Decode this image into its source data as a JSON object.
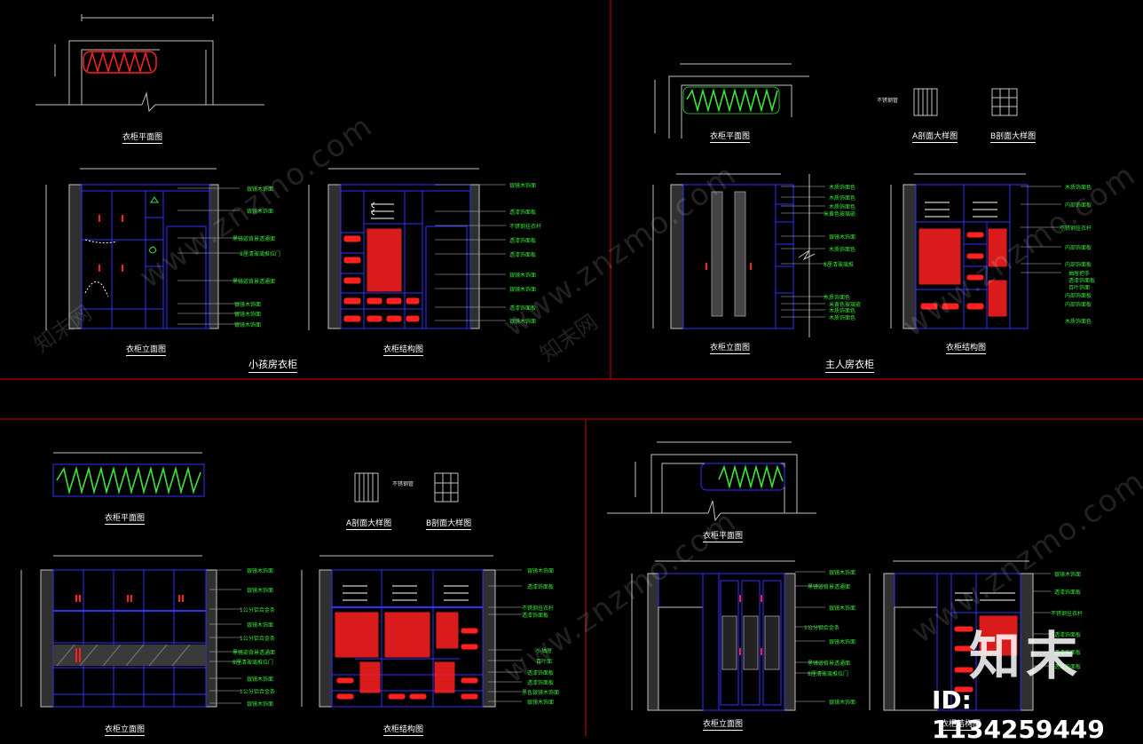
{
  "colors": {
    "background": "#000000",
    "frame": "#c0c0c0",
    "cabinet_line": "#3030ff",
    "clothes": "#ff2020",
    "annotation": "#39e639",
    "divider": "#b00000"
  },
  "quadrant_tl": {
    "plan_label": "衣柜平面图",
    "elevation_label": "衣柜立面图",
    "structure_label": "衣柜结构图",
    "section_title": "小孩房衣柜",
    "notes_a": [
      "银镜木饰面",
      "银镜木饰面",
      "黑镜嵌背景透通面",
      "8厘清玻璃推拉门",
      "黑镜嵌背景透通面",
      "银镜木饰面",
      "银镜木饰面",
      "银镜木饰面"
    ],
    "notes_b": [
      "银镜木饰面",
      "透漆饰面板",
      "不锈钢挂衣杆",
      "透漆饰面板",
      "透漆饰面板",
      "银镜木饰面",
      "银镜木饰面",
      "透漆饰面板",
      "银镜木饰面"
    ]
  },
  "quadrant_tr": {
    "plan_label": "衣柜平面图",
    "detail_a_label": "A剖面大样图",
    "detail_b_label": "B剖面大样图",
    "detail_note": "不锈钢管",
    "elevation_label": "衣柜立面图",
    "structure_label": "衣柜结构图",
    "section_title": "主人房衣柜",
    "notes_a": [
      "木质饰面色",
      "木质饰面色",
      "木质饰面色",
      "米黄色玻璃嵌",
      "银镜木饰面",
      "木质饰面色",
      "8厘清玻璃推",
      "木质饰面色",
      "米黄色玻璃嵌",
      "木质饰面色",
      "木质饰面色"
    ],
    "notes_b": [
      "木质饰面色",
      "内部饰面板",
      "不锈钢挂衣杆",
      "内部饰面板",
      "内部饰面板",
      "抽屉把手",
      "透漆饰面板",
      "百叶饰面",
      "内部饰面板",
      "内部饰面板",
      "木质饰面色"
    ]
  },
  "quadrant_bl": {
    "plan_label": "衣柜平面图",
    "detail_a_label": "A剖面大样图",
    "detail_b_label": "B剖面大样图",
    "detail_note": "不锈钢管",
    "elevation_label": "衣柜立面图",
    "structure_label": "衣柜结构图",
    "notes_a": [
      "银镜木饰面",
      "银镜木饰面",
      "1公分铝合金条",
      "银镜木饰面",
      "1公分铝合金条",
      "黑镜嵌背景透通面",
      "8厘清玻璃推拉门",
      "银镜木饰面",
      "1公分铝合金条",
      "银镜木饰面"
    ],
    "notes_b": [
      "银镜木饰面",
      "透漆饰面板",
      "不锈钢挂衣杆",
      "透漆饰面板",
      "小抽屉",
      "百叶面",
      "透漆饰面板",
      "透漆饰面板",
      "黑色银镜木饰面",
      "银镜木饰面"
    ]
  },
  "quadrant_br": {
    "plan_label": "衣柜平面图",
    "elevation_label": "衣柜立面图",
    "structure_label": "衣柜结构图",
    "notes_a": [
      "银镜木饰面",
      "黑镜嵌背景透通面",
      "银镜木饰面",
      "1公分铝合金条",
      "银镜木饰面",
      "黑镜嵌背景透通面",
      "8厘清玻璃推拉门",
      "银镜木饰面"
    ],
    "notes_b": [
      "银镜木饰面",
      "透漆饰面板",
      "不锈钢挂衣杆",
      "透漆饰面板",
      "透漆饰面板",
      "透漆饰面板"
    ]
  },
  "watermark": {
    "text": "www.znzmo.com",
    "text_cn": "知末网",
    "logo": "知末",
    "image_id": "ID: 1134259449"
  }
}
